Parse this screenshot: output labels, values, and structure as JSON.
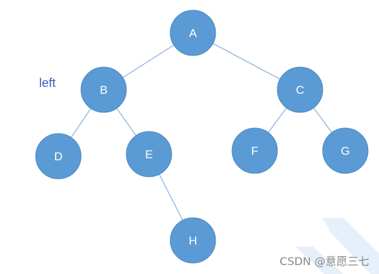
{
  "diagram": {
    "nodes": [
      {
        "id": "A",
        "label": "A"
      },
      {
        "id": "B",
        "label": "B"
      },
      {
        "id": "C",
        "label": "C"
      },
      {
        "id": "D",
        "label": "D"
      },
      {
        "id": "E",
        "label": "E"
      },
      {
        "id": "F",
        "label": "F"
      },
      {
        "id": "G",
        "label": "G"
      },
      {
        "id": "H",
        "label": "H"
      }
    ],
    "edges": [
      [
        "A",
        "B"
      ],
      [
        "A",
        "C"
      ],
      [
        "B",
        "D"
      ],
      [
        "B",
        "E"
      ],
      [
        "C",
        "F"
      ],
      [
        "C",
        "G"
      ],
      [
        "E",
        "H"
      ]
    ],
    "annotation": "left",
    "colors": {
      "node_fill": "#5b9bd5",
      "edge": "#8eb4dc",
      "annotation": "#3a5fb4"
    }
  },
  "watermark": {
    "text": "CSDN @意愿三七"
  }
}
